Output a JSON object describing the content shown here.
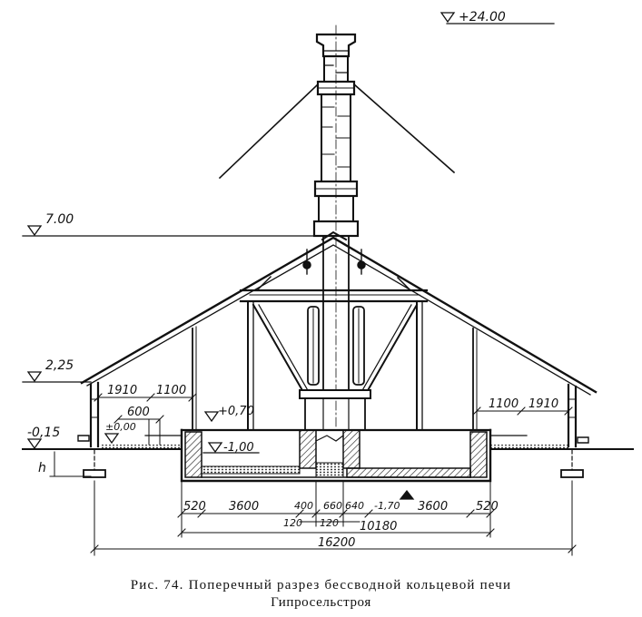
{
  "levels": {
    "top": "+24.00",
    "ridge": "7.00",
    "eave": "2,25",
    "ground": "-0,15",
    "floor_zero": "±0,00",
    "platform": "+0,70",
    "pit": "-1,00",
    "flue_bottom": "-1,70",
    "foundation": "h"
  },
  "dimensions": {
    "left_1910": "1910",
    "left_1100": "1100",
    "left_600": "600",
    "right_1100": "1100",
    "right_1910": "1910",
    "d520_left": "520",
    "d3600_left": "3600",
    "d400": "400",
    "d660": "660",
    "d640": "640",
    "d3600_right": "3600",
    "d520_right": "520",
    "d120_left": "120",
    "d120_right": "120",
    "total_inner": "10180",
    "total_outer": "16200"
  },
  "caption": {
    "line1": "Рис. 74. Поперечный разрез бессводной кольцевой печи",
    "line2": "Гипросельстроя"
  }
}
